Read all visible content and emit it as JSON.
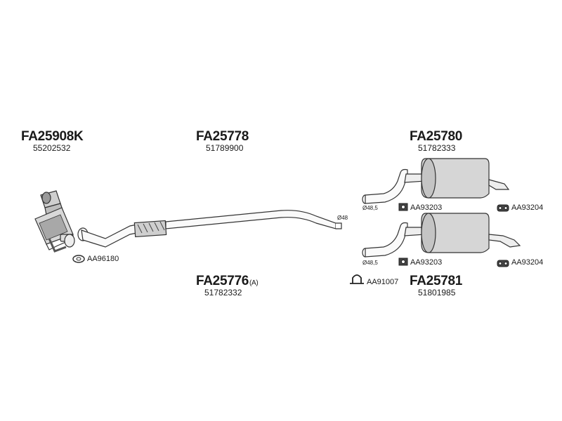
{
  "groups": [
    {
      "part": "FA25908K",
      "oem": "55202532"
    },
    {
      "part": "FA25778",
      "oem": "51789900"
    },
    {
      "part": "FA25780",
      "oem": "51782333"
    },
    {
      "part": "FA25776",
      "suffix": "(A)",
      "oem": "51782332"
    },
    {
      "part": "FA25781",
      "oem": "51801985"
    }
  ],
  "accessories": [
    {
      "code": "AA96180"
    },
    {
      "code": "AA93203"
    },
    {
      "code": "AA93204"
    },
    {
      "code": "AA93203"
    },
    {
      "code": "AA93204"
    },
    {
      "code": "AA91007"
    }
  ],
  "diameters": [
    "Ø48",
    "Ø48,5",
    "Ø48,5"
  ]
}
